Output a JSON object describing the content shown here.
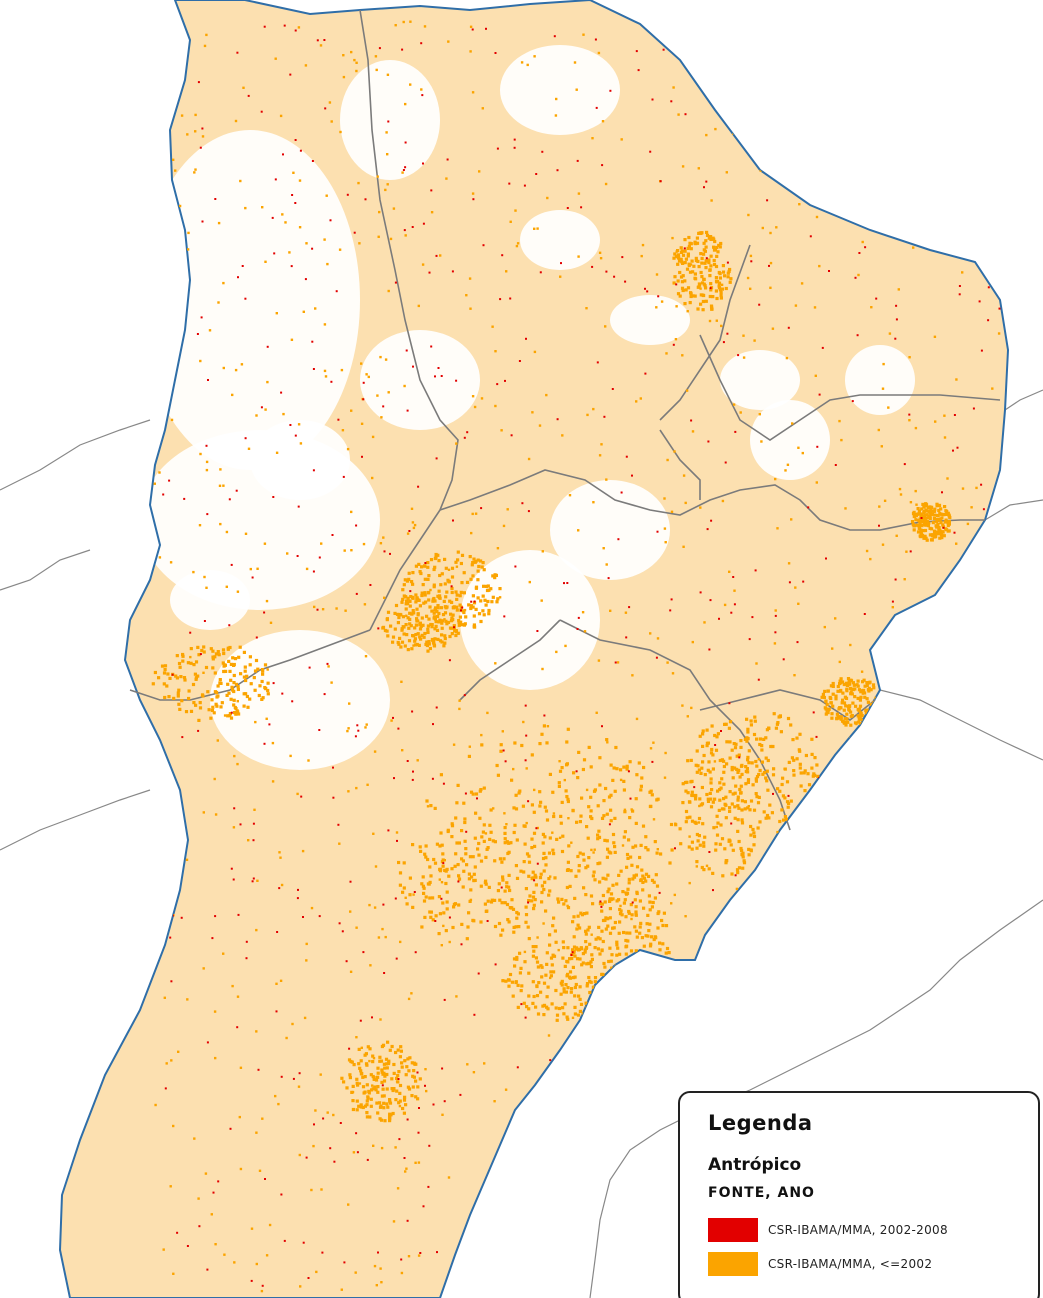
{
  "colors": {
    "background": "#ffffff",
    "region_fill": "#fce0b0",
    "antropico_recent": "#e20000",
    "antropico_old": "#fba400",
    "coastline": "#2f6ea8",
    "state_border": "#7b7b7b",
    "outer_border": "#888888"
  },
  "legend": {
    "title": "Legenda",
    "subtitle": "Antrópico",
    "field": "FONTE, ANO",
    "items": [
      {
        "label": "CSR-IBAMA/MMA, 2002-2008",
        "color": "#e20000"
      },
      {
        "label": "CSR-IBAMA/MMA, <=2002",
        "color": "#fba400"
      }
    ]
  }
}
